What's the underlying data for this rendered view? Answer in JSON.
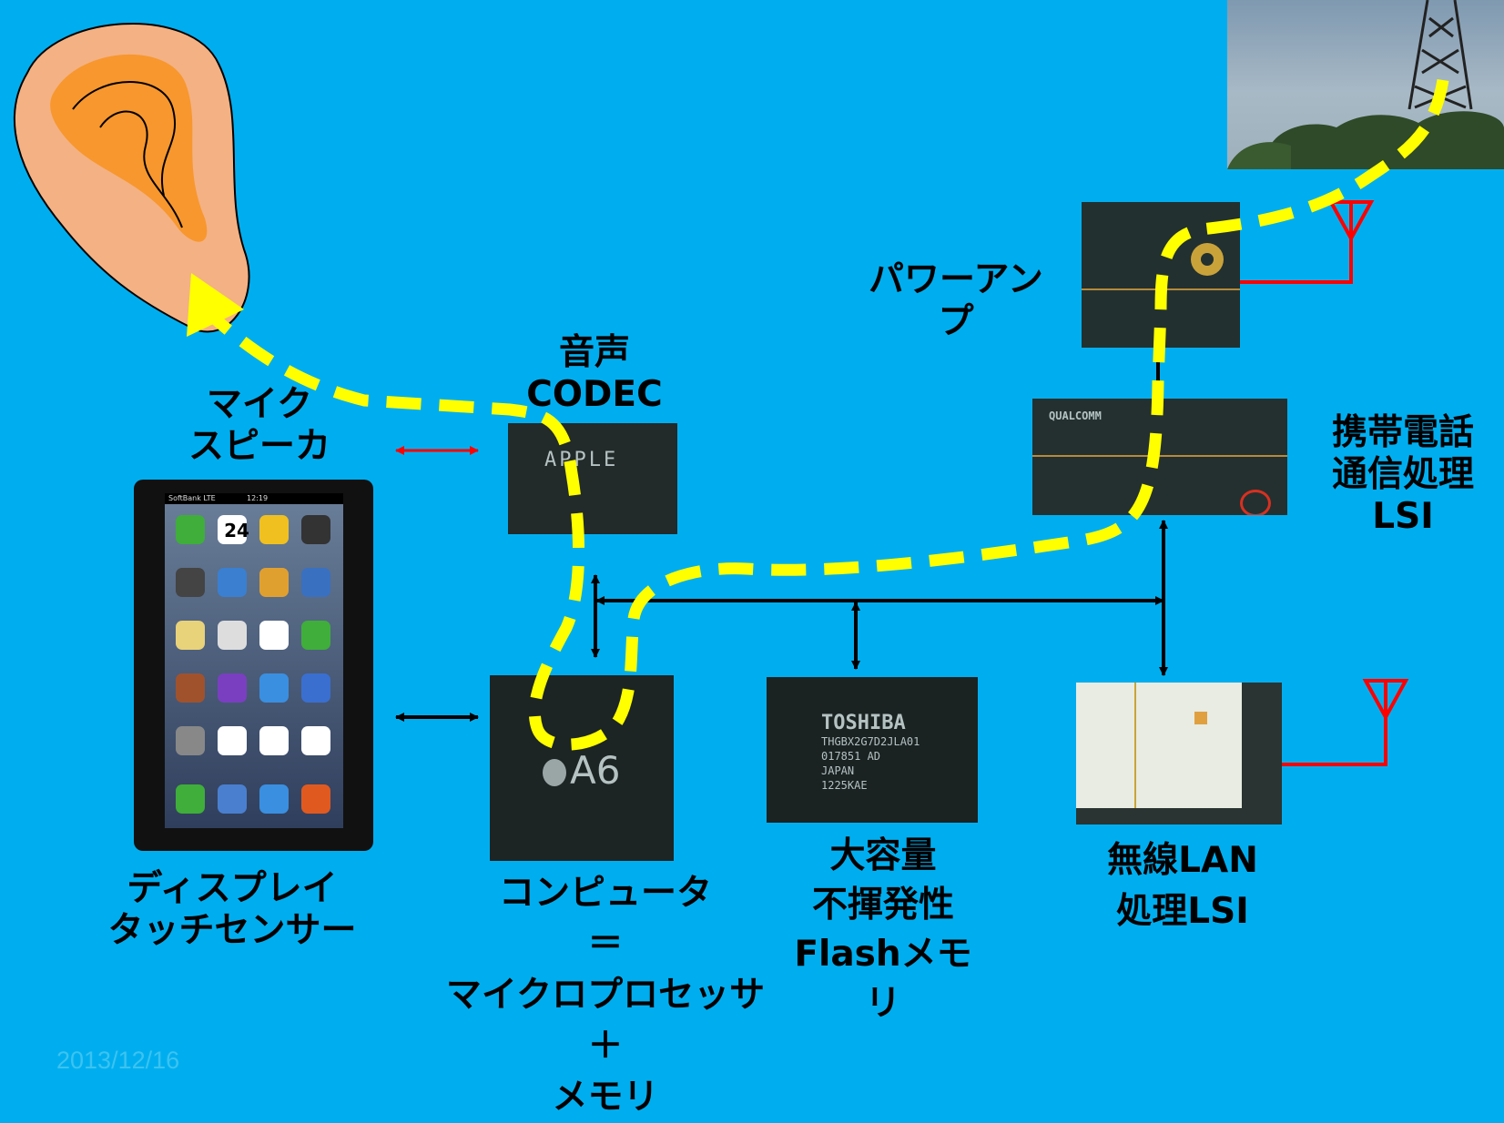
{
  "slide": {
    "date": "2013/12/16",
    "labels": {
      "codec": [
        "音声",
        "CODEC"
      ],
      "mic_speaker": [
        "マイク",
        "スピーカ"
      ],
      "power_amp": [
        "パワーアン",
        "プ"
      ],
      "cellular": [
        "携帯電話",
        "通信処理",
        "LSI"
      ],
      "display": [
        "ディスプレイ",
        "タッチセンサー"
      ],
      "computer": [
        "コンピュータ",
        "＝",
        "マイクロプロセッサ",
        "＋",
        "メモリ"
      ],
      "flash": [
        "大容量",
        "不揮発性",
        "Flashメモ",
        "リ"
      ],
      "wlan": [
        "無線LAN",
        "処理LSI"
      ]
    },
    "chip_text": {
      "apple": "APPLE",
      "a6": "A6",
      "toshiba": "TOSHIBA",
      "toshiba_lines": [
        "THGBX2G7D2JLA01",
        "017851 AD",
        "JAPAN",
        "1225KAE"
      ],
      "qualcomm": "QUALCOMM",
      "phone_time": "12:19",
      "phone_carrier": "SoftBank LTE",
      "calendar_day": "24"
    },
    "colors": {
      "background": "#00AEEF",
      "signal_path": "#FFFF00",
      "antenna": "#FF0000",
      "bus": "#000000"
    }
  }
}
